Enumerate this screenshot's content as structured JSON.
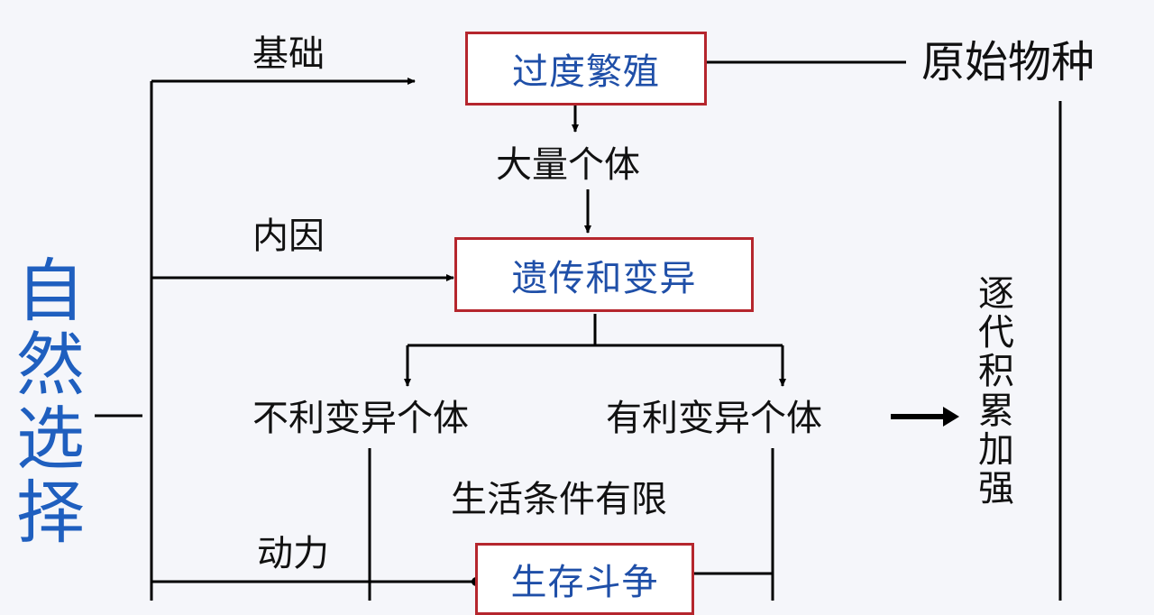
{
  "diagram": {
    "left_vertical_title": [
      "自",
      "然",
      "选",
      "择"
    ],
    "arrow_labels": {
      "basis": "基础",
      "internal_cause": "内因",
      "driving_force": "动力"
    },
    "nodes": {
      "overbreeding": "过度繁殖",
      "many_individuals": "大量个体",
      "heredity_variation": "遗传和变异",
      "unfavorable": "不利变异个体",
      "favorable": "有利变异个体",
      "limited_conditions": "生活条件有限",
      "struggle": "生存斗争",
      "original_species": "原始物种"
    },
    "right_vertical_label": [
      "逐",
      "代",
      "积",
      "累",
      "加",
      "强"
    ],
    "colors": {
      "box_border": "#b5262d",
      "box_text": "#1f4fa8",
      "title_text": "#1f5fbf",
      "line": "#000000"
    }
  }
}
